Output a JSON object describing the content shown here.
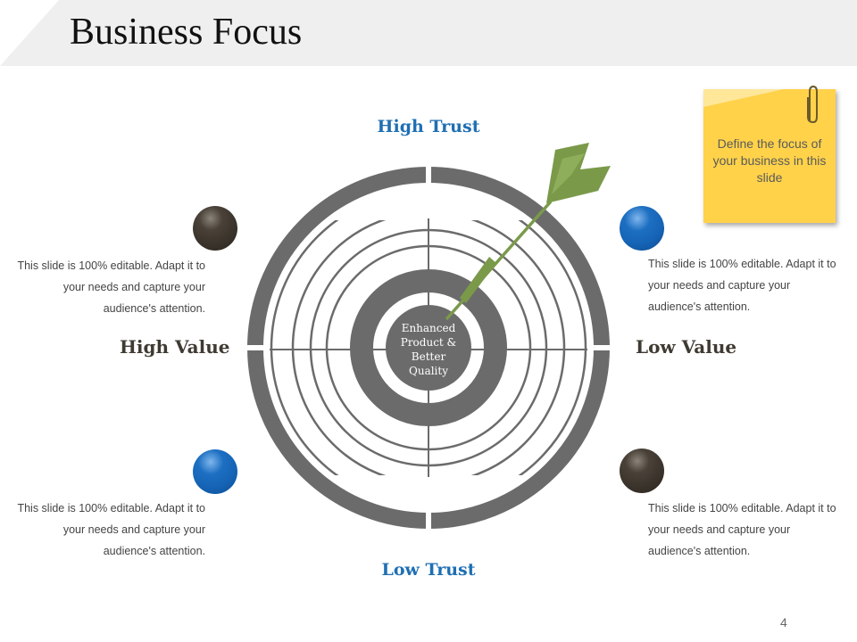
{
  "title": "Business Focus",
  "diagram": {
    "center_label_lines": [
      "Enhanced",
      "Product &",
      "Better",
      "Quality"
    ],
    "top_label": "High Trust",
    "bottom_label": "Low Trust",
    "left_label": "High Value",
    "right_label": "Low Value"
  },
  "descriptions": {
    "top_left": "This slide is 100% editable. Adapt it to your needs and capture your audience's attention.",
    "top_right": "This slide is 100% editable. Adapt it to your needs and capture your audience's attention.",
    "bottom_left": "This slide is 100% editable. Adapt it to your needs and capture your audience's attention.",
    "bottom_right": "This slide is 100% editable. Adapt it to your needs and capture your audience's attention."
  },
  "sticky_note": {
    "text": "Define the focus of your business in this slide"
  },
  "page_number": "4",
  "colors": {
    "ring_gray": "#6b6b6b",
    "title_accent_blue": "#1f6fb3",
    "trust_blue": "#1f6fb3",
    "value_brown": "#3f3a32",
    "dart_green": "#7a9a4a",
    "note_yellow": "#ffd24a",
    "ball_dark": "#3b342c",
    "ball_blue": "#1563b5"
  },
  "icons": [
    "dart-icon",
    "paperclip-icon",
    "sphere-icon"
  ]
}
